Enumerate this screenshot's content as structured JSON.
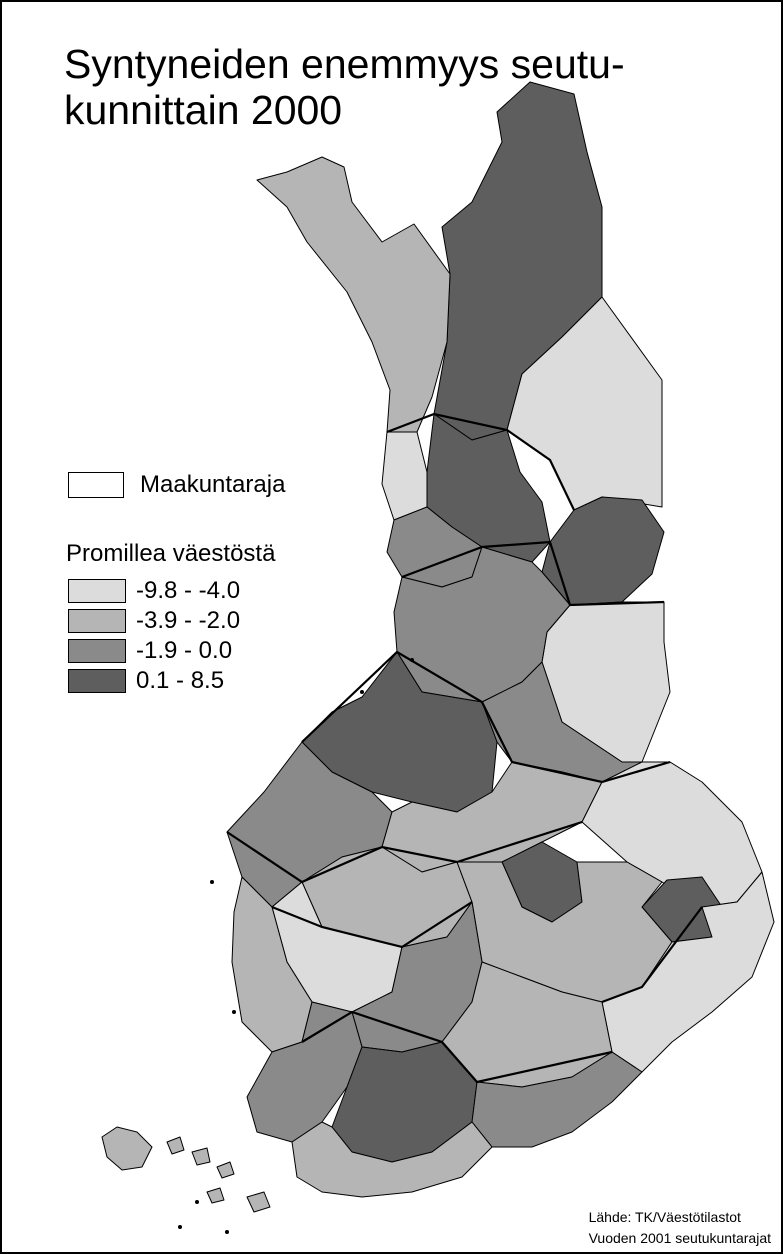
{
  "title_line1": "Syntyneiden enemmyys seutu-",
  "title_line2": "kunnittain 2000",
  "legend": {
    "boundary_label": "Maakuntaraja",
    "title": "Promillea väestöstä",
    "classes": [
      {
        "label": "-9.8 - -4.0",
        "color": "#dcdcdc"
      },
      {
        "label": "-3.9 - -2.0",
        "color": "#b5b5b5"
      },
      {
        "label": "-1.9 - 0.0",
        "color": "#8a8a8a"
      },
      {
        "label": "0.1 - 8.5",
        "color": "#5e5e5e"
      }
    ]
  },
  "source_line1": "Lähde: TK/Väestötilastot",
  "source_line2": "Vuoden 2001 seutukuntarajat"
}
